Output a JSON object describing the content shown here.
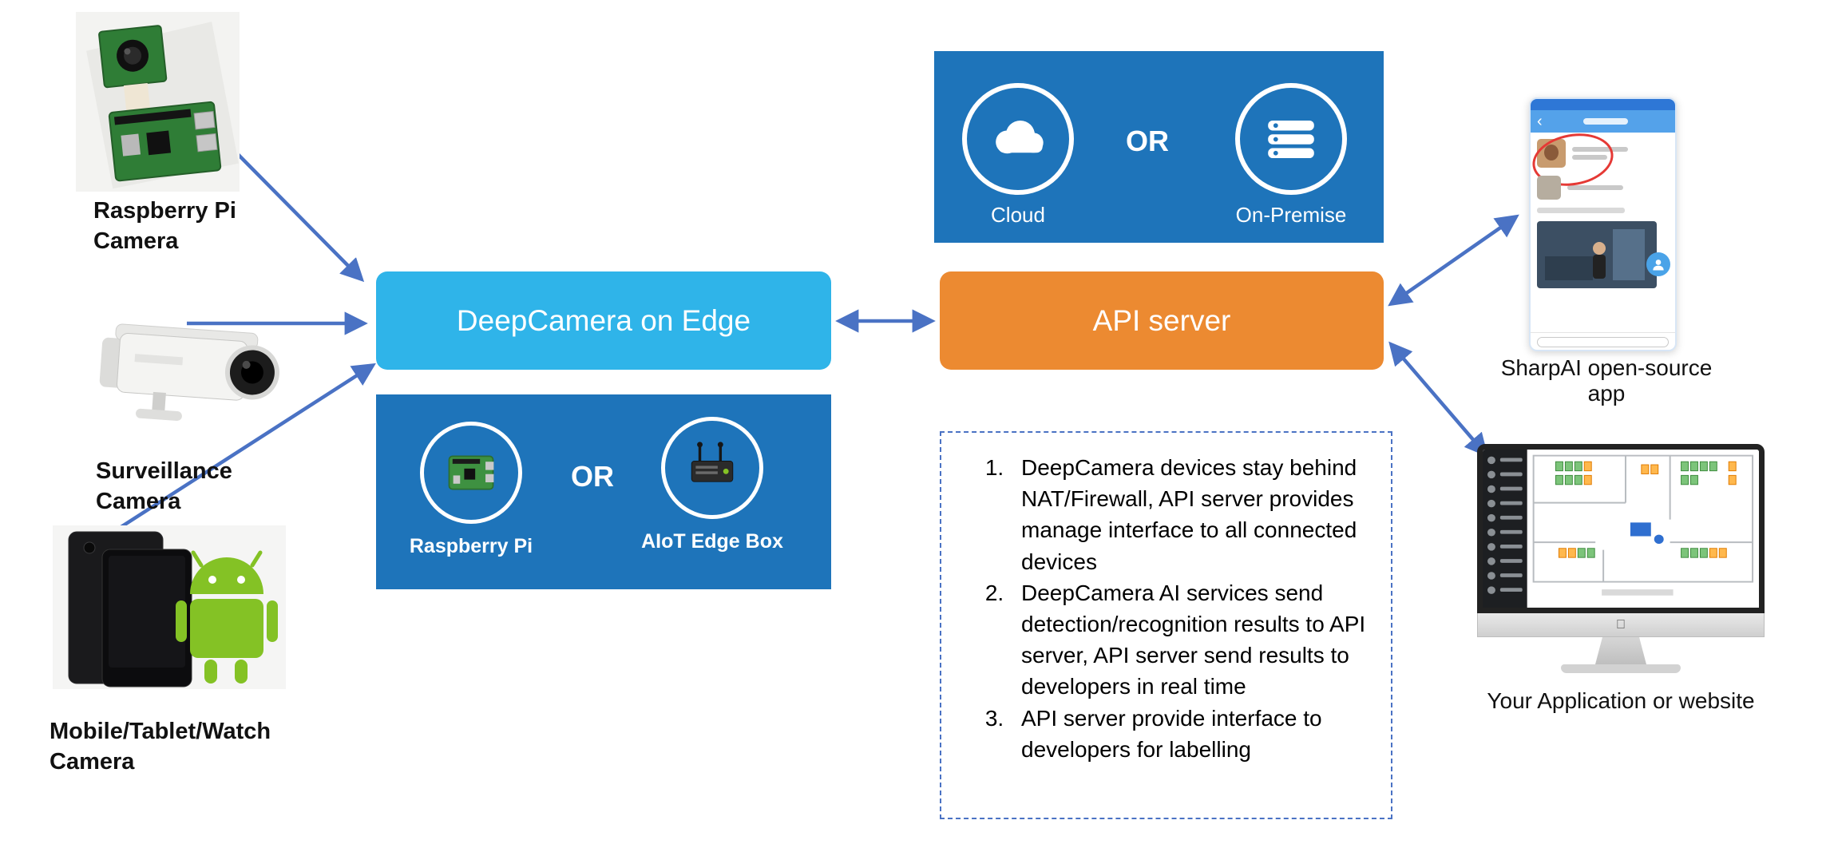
{
  "colors": {
    "edge_node": "#2fb4e9",
    "api_node": "#ec8a31",
    "blue_panel": "#1e74ba",
    "arrow": "#4a72c4",
    "dashed_border": "#4a72c4",
    "android_green": "#84c225",
    "annotation_red": "#e53935"
  },
  "sources": [
    {
      "id": "raspberry-pi-camera",
      "label": "Raspberry Pi\nCamera"
    },
    {
      "id": "surveillance-camera",
      "label": "Surveillance\nCamera"
    },
    {
      "id": "mobile-camera",
      "label": "Mobile/Tablet/Watch\nCamera"
    }
  ],
  "nodes": {
    "edge": {
      "label": "DeepCamera on Edge"
    },
    "api": {
      "label": "API server"
    }
  },
  "deployment": {
    "cloud_label": "Cloud",
    "or_label": "OR",
    "onpremise_label": "On-Premise"
  },
  "hardware": {
    "rpi_label": "Raspberry Pi",
    "or_label": "OR",
    "edgebox_label": "AIoT Edge Box"
  },
  "clients": [
    {
      "id": "sharpai-app",
      "label": "SharpAI open-source app"
    },
    {
      "id": "your-application",
      "label": "Your Application or website"
    }
  ],
  "notes": {
    "items": [
      "DeepCamera devices stay behind NAT/Firewall, API server provides manage interface to all connected devices",
      " DeepCamera AI services send detection/recognition results to API server, API server send results to developers in real time",
      "API server provide interface to developers for labelling"
    ]
  },
  "icons": {
    "apple_logo": "",
    "back_chevron": "‹"
  }
}
